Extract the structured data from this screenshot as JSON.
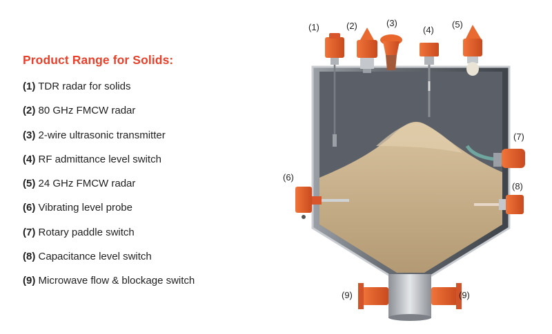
{
  "heading": "Product Range for Solids:",
  "products": [
    {
      "num": "(1)",
      "name": "TDR radar for solids"
    },
    {
      "num": "(2)",
      "name": "80 GHz FMCW radar"
    },
    {
      "num": "(3)",
      "name": "2-wire ultrasonic transmitter"
    },
    {
      "num": "(4)",
      "name": "RF admittance level switch"
    },
    {
      "num": "(5)",
      "name": "24 GHz FMCW radar"
    },
    {
      "num": "(6)",
      "name": "Vibrating level probe"
    },
    {
      "num": "(7)",
      "name": "Rotary paddle switch"
    },
    {
      "num": "(8)",
      "name": "Capacitance level switch"
    },
    {
      "num": "(9)",
      "name": "Microwave flow & blockage switch"
    }
  ],
  "diagram_labels": {
    "l1": "(1)",
    "l2": "(2)",
    "l3": "(3)",
    "l4": "(4)",
    "l5": "(5)",
    "l6": "(6)",
    "l7": "(7)",
    "l8": "(8)",
    "l9a": "(9)",
    "l9b": "(9)"
  },
  "colors": {
    "heading": "#e8412b",
    "device_orange": "#e25a26",
    "silo_steel": "#6d7178",
    "material_sand": "#c9b08a"
  }
}
